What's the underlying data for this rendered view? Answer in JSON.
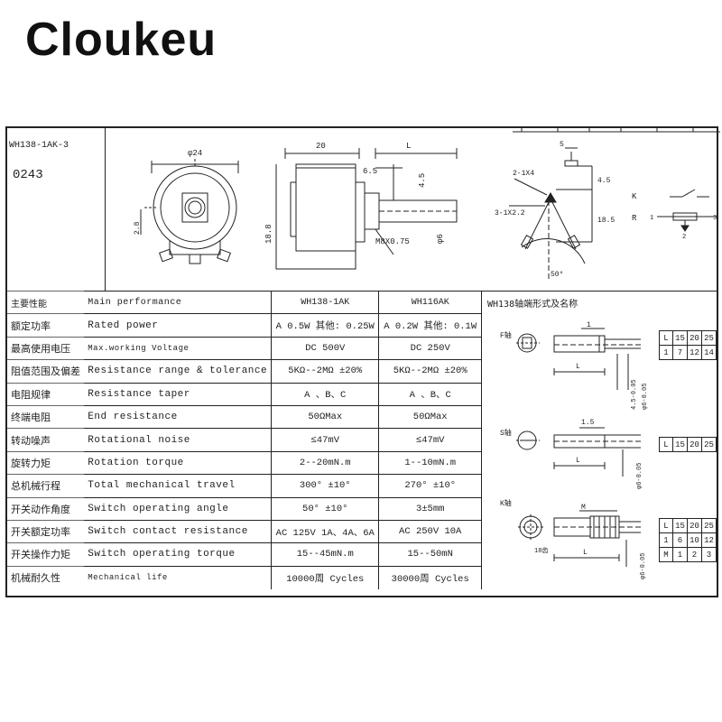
{
  "brand": "Cloukeu",
  "drawing": {
    "model_code": "WH138-1AK-3",
    "serial": "0243",
    "dims": {
      "diameter": "φ24",
      "height_left": "2.8",
      "body_len": "20",
      "shaft_len": "L",
      "bush_len": "6.5",
      "shaft_h": "4.5",
      "depth": "18.8",
      "thread": "M8X0.75",
      "shaft_dia": "φ6",
      "tab_w": "5",
      "knurl": "2-1X4",
      "slot": "3-1X2.2",
      "front_45": "4.5",
      "front_185": "18.5",
      "angle": "50°"
    },
    "switch_labels": {
      "k": "K",
      "r": "R",
      "p1": "1",
      "p2": "2",
      "p3": "3"
    }
  },
  "spec": {
    "rows": [
      {
        "cn": "主要性能",
        "en": "Main performance",
        "v1": "WH138-1AK",
        "v2": "WH116AK",
        "small": false
      },
      {
        "cn": "额定功率",
        "en": "Rated power",
        "v1": "A 0.5W  其他: 0.25W",
        "v2": "A 0.2W  其他: 0.1W",
        "small": false
      },
      {
        "cn": "最高使用电压",
        "en": "Max.working Voltage",
        "v1": "DC  500V",
        "v2": "DC 250V",
        "small": true
      },
      {
        "cn": "阻值范围及偏差",
        "en": "Resistance range & tolerance",
        "v1": "5KΩ--2MΩ  ±20%",
        "v2": "5KΩ--2MΩ  ±20%",
        "small": false
      },
      {
        "cn": "电阻规律",
        "en": "Resistance taper",
        "v1": "A 、B、C",
        "v2": "A 、B、C",
        "small": false
      },
      {
        "cn": "终端电阻",
        "en": "End resistance",
        "v1": "50ΩMax",
        "v2": "50ΩMax",
        "small": false
      },
      {
        "cn": "转动噪声",
        "en": "Rotational noise",
        "v1": "≤47mV",
        "v2": "≤47mV",
        "small": false
      },
      {
        "cn": "旋转力矩",
        "en": "Rotation torque",
        "v1": "2--20mN.m",
        "v2": "1--10mN.m",
        "small": false
      },
      {
        "cn": "总机械行程",
        "en": "Total mechanical travel",
        "v1": "300° ±10°",
        "v2": "270° ±10°",
        "small": false
      },
      {
        "cn": "开关动作角度",
        "en": "Switch operating angle",
        "v1": "50° ±10°",
        "v2": "3±5mm",
        "small": false
      },
      {
        "cn": "开关额定功率",
        "en": "Switch contact resistance",
        "v1": "AC 125V 1A、4A、6A",
        "v2": "AC 250V 10A",
        "small": false
      },
      {
        "cn": "开关操作力矩",
        "en": "Switch operating torque",
        "v1": "15--45mN.m",
        "v2": "15--50mN",
        "small": false
      },
      {
        "cn": "机械耐久性",
        "en": "Mechanical life",
        "v1": "10000周 Cycles",
        "v2": "30000周 Cycles",
        "small": true
      }
    ]
  },
  "shafts": {
    "title": "WH138轴端形式及名称",
    "f": {
      "label": "F轴",
      "dim_l": "L",
      "dim_1": "1",
      "dia_a": "4.5-0.05",
      "dia_b": "φ6-0.05",
      "table": [
        [
          "L",
          "15",
          "20",
          "25"
        ],
        [
          "1",
          "7",
          "12",
          "14"
        ]
      ]
    },
    "s": {
      "label": "S轴",
      "dim_l": "L",
      "dim_15": "1.5",
      "dia": "φ6-0.05",
      "table": [
        [
          "L",
          "15",
          "20",
          "25"
        ]
      ]
    },
    "k": {
      "label": "K轴",
      "dim_l": "L",
      "dim_m": "M",
      "teeth": "18齿",
      "dia": "φ6-0.05",
      "table": [
        [
          "L",
          "15",
          "20",
          "25"
        ],
        [
          "1",
          "6",
          "10",
          "12"
        ],
        [
          "M",
          "1",
          "2",
          "3"
        ]
      ]
    }
  }
}
